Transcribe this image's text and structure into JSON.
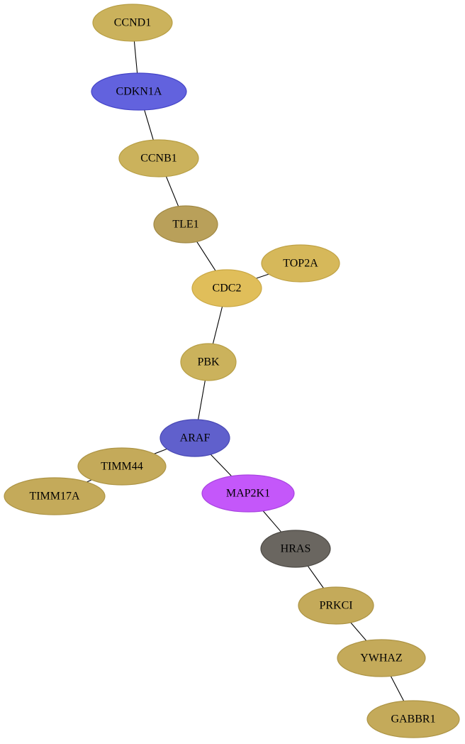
{
  "graph": {
    "nodes": [
      {
        "id": "CCND1",
        "label": "CCND1",
        "fill": "#cbb25c",
        "stroke": "#b89f45"
      },
      {
        "id": "CDKN1A",
        "label": "CDKN1A",
        "fill": "#6262de",
        "stroke": "#4545c8"
      },
      {
        "id": "CCNB1",
        "label": "CCNB1",
        "fill": "#cbb25c",
        "stroke": "#b89f45"
      },
      {
        "id": "TLE1",
        "label": "TLE1",
        "fill": "#b9a05a",
        "stroke": "#a08844"
      },
      {
        "id": "TOP2A",
        "label": "TOP2A",
        "fill": "#d6b85a",
        "stroke": "#c0a245"
      },
      {
        "id": "CDC2",
        "label": "CDC2",
        "fill": "#e0be5a",
        "stroke": "#caa845"
      },
      {
        "id": "PBK",
        "label": "PBK",
        "fill": "#cbb25c",
        "stroke": "#b89f45"
      },
      {
        "id": "ARAF",
        "label": "ARAF",
        "fill": "#6060cc",
        "stroke": "#4848b4"
      },
      {
        "id": "TIMM44",
        "label": "TIMM44",
        "fill": "#c4aa5a",
        "stroke": "#ad9445"
      },
      {
        "id": "TIMM17A",
        "label": "TIMM17A",
        "fill": "#c4aa5a",
        "stroke": "#ad9445"
      },
      {
        "id": "MAP2K1",
        "label": "MAP2K1",
        "fill": "#c457fa",
        "stroke": "#a844e0"
      },
      {
        "id": "HRAS",
        "label": "HRAS",
        "fill": "#6a6660",
        "stroke": "#4c4944"
      },
      {
        "id": "PRKCI",
        "label": "PRKCI",
        "fill": "#c4aa5a",
        "stroke": "#ad9445"
      },
      {
        "id": "YWHAZ",
        "label": "YWHAZ",
        "fill": "#c4aa5a",
        "stroke": "#ad9445"
      },
      {
        "id": "GABBR1",
        "label": "GABBR1",
        "fill": "#c4aa5a",
        "stroke": "#ad9445"
      }
    ],
    "edges": [
      [
        "CCND1",
        "CDKN1A"
      ],
      [
        "CDKN1A",
        "CCNB1"
      ],
      [
        "CCNB1",
        "TLE1"
      ],
      [
        "TLE1",
        "CDC2"
      ],
      [
        "CDC2",
        "TOP2A"
      ],
      [
        "CDC2",
        "PBK"
      ],
      [
        "PBK",
        "ARAF"
      ],
      [
        "ARAF",
        "TIMM44"
      ],
      [
        "TIMM44",
        "TIMM17A"
      ],
      [
        "ARAF",
        "MAP2K1"
      ],
      [
        "MAP2K1",
        "HRAS"
      ],
      [
        "HRAS",
        "PRKCI"
      ],
      [
        "PRKCI",
        "YWHAZ"
      ],
      [
        "YWHAZ",
        "GABBR1"
      ]
    ]
  }
}
